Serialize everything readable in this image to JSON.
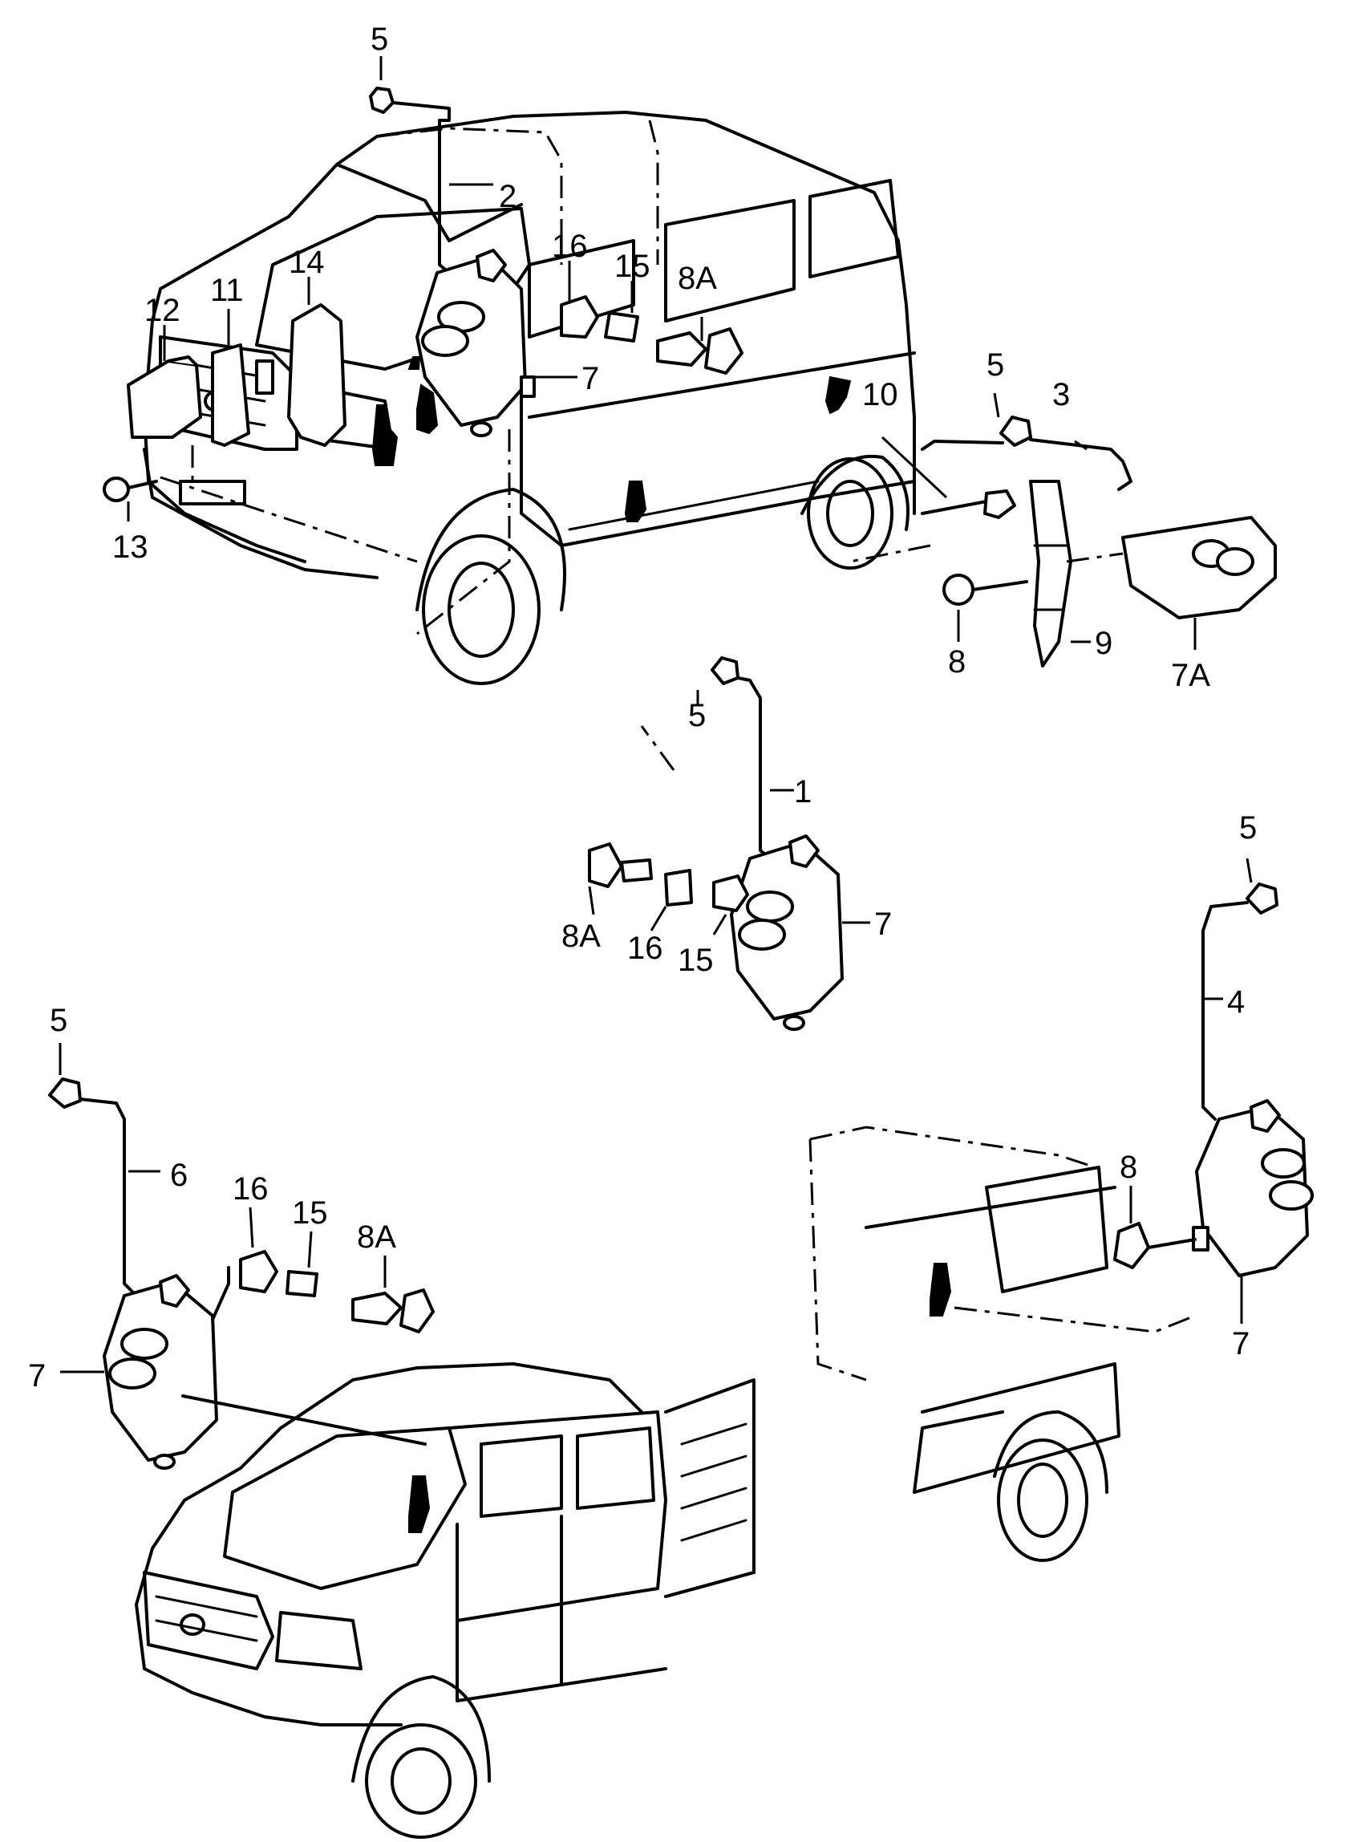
{
  "callouts": [
    {
      "id": "c5a",
      "text": "5"
    },
    {
      "id": "c2",
      "text": "2"
    },
    {
      "id": "c16a",
      "text": "16"
    },
    {
      "id": "c15a",
      "text": "15"
    },
    {
      "id": "c8Aa",
      "text": "8A"
    },
    {
      "id": "c12",
      "text": "12"
    },
    {
      "id": "c11",
      "text": "11"
    },
    {
      "id": "c14",
      "text": "14"
    },
    {
      "id": "c7a",
      "text": "7"
    },
    {
      "id": "c13",
      "text": "13"
    },
    {
      "id": "c10",
      "text": "10"
    },
    {
      "id": "c5b",
      "text": "5"
    },
    {
      "id": "c3",
      "text": "3"
    },
    {
      "id": "c8a",
      "text": "8"
    },
    {
      "id": "c9",
      "text": "9"
    },
    {
      "id": "c7A",
      "text": "7A"
    },
    {
      "id": "c5c",
      "text": "5"
    },
    {
      "id": "c1",
      "text": "1"
    },
    {
      "id": "c8Ab",
      "text": "8A"
    },
    {
      "id": "c16b",
      "text": "16"
    },
    {
      "id": "c15b",
      "text": "15"
    },
    {
      "id": "c7b",
      "text": "7"
    },
    {
      "id": "c5d",
      "text": "5"
    },
    {
      "id": "c4",
      "text": "4"
    },
    {
      "id": "c5e",
      "text": "5"
    },
    {
      "id": "c6",
      "text": "6"
    },
    {
      "id": "c16c",
      "text": "16"
    },
    {
      "id": "c15c",
      "text": "15"
    },
    {
      "id": "c8Ac",
      "text": "8A"
    },
    {
      "id": "c7c",
      "text": "7"
    },
    {
      "id": "c8b",
      "text": "8"
    },
    {
      "id": "c7d",
      "text": "7"
    }
  ]
}
